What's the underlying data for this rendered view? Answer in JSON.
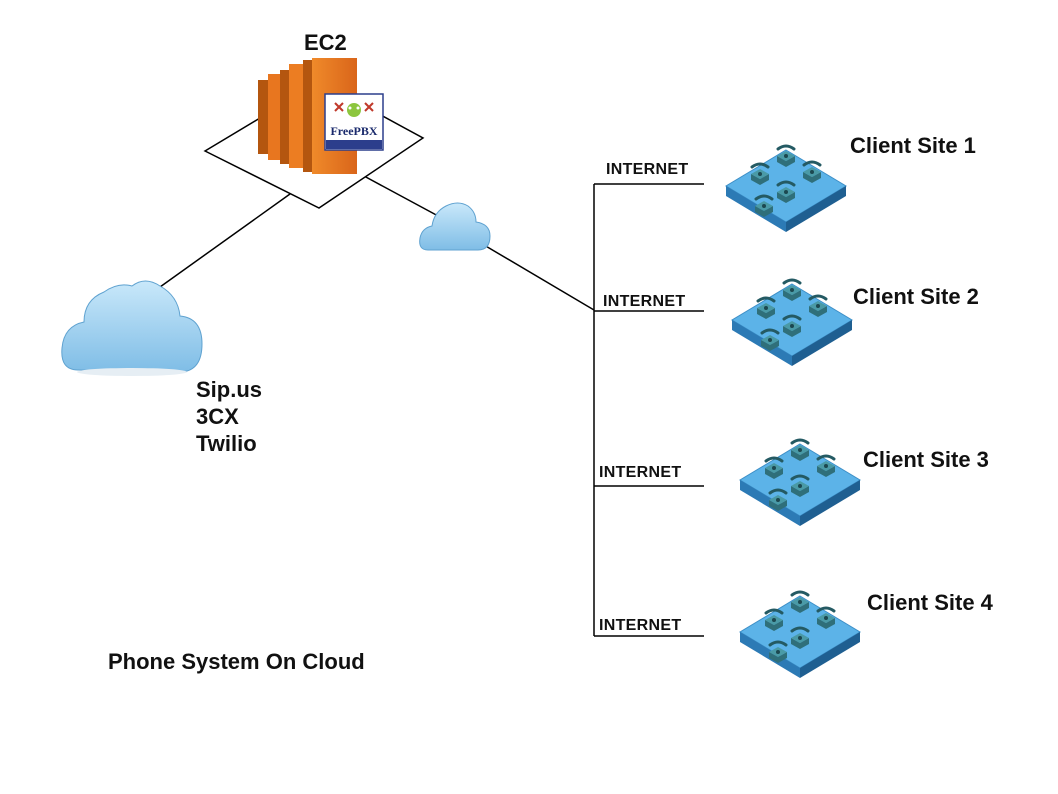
{
  "ec2": {
    "title": "EC2",
    "badge_text": "FreePBX"
  },
  "providers": [
    "Sip.us",
    "3CX",
    "Twilio"
  ],
  "caption": "Phone System On Cloud",
  "internet_label": "INTERNET",
  "sites": [
    {
      "name": "Client Site 1",
      "internet": "INTERNET"
    },
    {
      "name": "Client Site 2",
      "internet": "INTERNET"
    },
    {
      "name": "Client Site 3",
      "internet": "INTERNET"
    },
    {
      "name": "Client Site 4",
      "internet": "INTERNET"
    }
  ],
  "colors": {
    "ec2_orange": "#e8761f",
    "ec2_dark": "#9c4a10",
    "cloud_light": "#a9d6f2",
    "cloud_dark": "#6aaed8",
    "platform_top": "#5cb3e8",
    "platform_side": "#2c7ab5",
    "phone": "#2f6f7a",
    "line": "#000000"
  },
  "icons": [
    "ec2-instance-icon",
    "freepbx-logo-icon",
    "cloud-icon",
    "phone-cluster-icon"
  ]
}
